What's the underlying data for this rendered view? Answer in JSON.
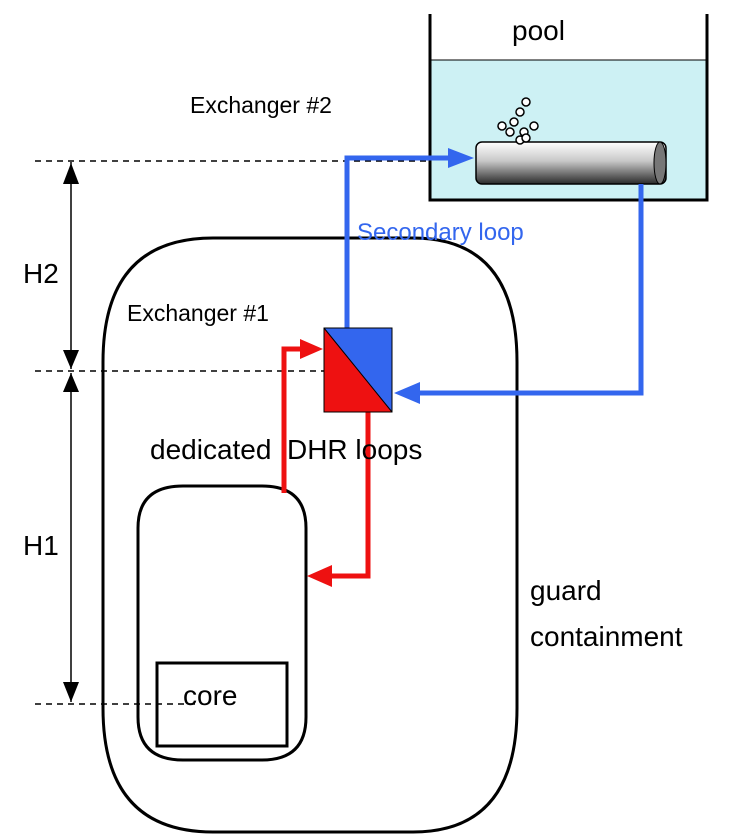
{
  "labels": {
    "pool": "pool",
    "exchanger2": "Exchanger #2",
    "exchanger1": "Exchanger #1",
    "secondary_loop": "Secondary loop",
    "h2": "H2",
    "h1": "H1",
    "dedicated_dhr": "dedicated  DHR loops",
    "guard": "guard",
    "containment": "containment",
    "core": "core"
  },
  "colors": {
    "primary_loop": "#ee1111",
    "secondary_loop": "#3366ee",
    "pool_water": "#cdf1f4",
    "outline": "#000000"
  },
  "icons": {
    "bubbles": "bubbles-icon",
    "arrow": "arrow-head-icon"
  }
}
